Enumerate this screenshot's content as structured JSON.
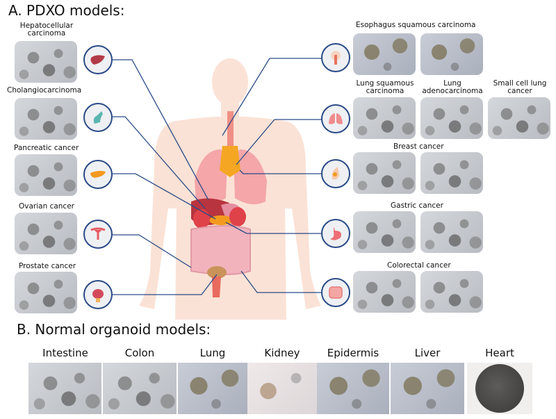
{
  "panel_a": {
    "title": "A. PDXO models:",
    "left": [
      {
        "label": "Hepatocellular carcinoma",
        "organ": "liver-icon"
      },
      {
        "label": "Cholangiocarcinoma",
        "organ": "gallbladder-icon"
      },
      {
        "label": "Pancreatic cancer",
        "organ": "pancreas-icon"
      },
      {
        "label": "Ovarian cancer",
        "organ": "uterus-ovary-icon"
      },
      {
        "label": "Prostate cancer",
        "organ": "prostate-bladder-icon"
      }
    ],
    "right": [
      {
        "label": "Esophagus squamous carcinoma",
        "organ": "esophagus-icon"
      },
      {
        "labels": [
          "Lung squamous carcinoma",
          "Lung adenocarcinoma",
          "Small cell lung cancer"
        ],
        "organ": "lungs-icon"
      },
      {
        "label": "Breast cancer",
        "organ": "breast-icon"
      },
      {
        "label": "Gastric cancer",
        "organ": "stomach-icon"
      },
      {
        "label": "Colorectal cancer",
        "organ": "intestine-icon"
      }
    ]
  },
  "panel_b": {
    "title": "B. Normal organoid models:",
    "items": [
      "Intestine",
      "Colon",
      "Lung",
      "Kidney",
      "Epidermis",
      "Liver",
      "Heart"
    ]
  },
  "colors": {
    "connector": "#2a4a86",
    "body": "#fbe0d4",
    "lung": "#f2a5a8",
    "liver": "#b53a45",
    "pancreas": "#f39a1e",
    "intestine": "#f1b7c0"
  }
}
